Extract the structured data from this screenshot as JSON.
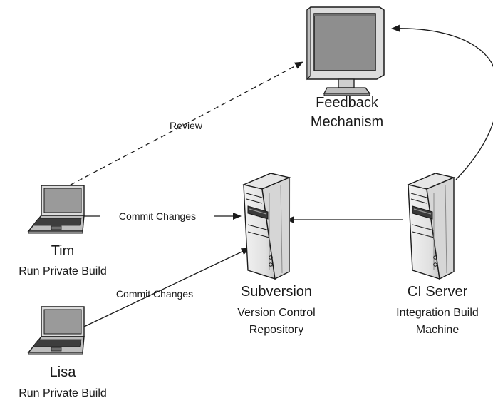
{
  "nodes": {
    "feedback": {
      "line1": "Feedback",
      "line2": "Mechanism"
    },
    "subversion": {
      "name": "Subversion",
      "line1": "Version Control",
      "line2": "Repository"
    },
    "ci_server": {
      "name": "CI Server",
      "line1": "Integration Build",
      "line2": "Machine"
    },
    "tim": {
      "name": "Tim",
      "role": "Run Private Build"
    },
    "lisa": {
      "name": "Lisa",
      "role": "Run Private Build"
    }
  },
  "edges": {
    "review": "Review",
    "tim_commit": "Commit Changes",
    "lisa_commit": "Commit Changes"
  },
  "icons": {
    "feedback": "monitor-icon",
    "subversion": "server-tower-icon",
    "ci_server": "server-tower-icon",
    "tim": "laptop-icon",
    "lisa": "laptop-icon"
  }
}
